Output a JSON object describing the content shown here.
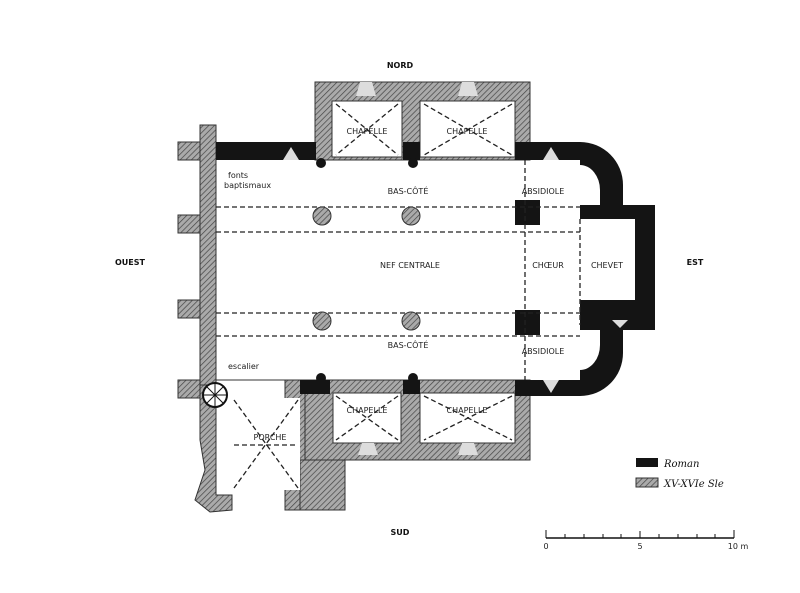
{
  "orientation": {
    "north": "NORD",
    "south": "SUD",
    "east": "EST",
    "west": "OUEST"
  },
  "rooms": {
    "chapel_nw": "CHAPELLE",
    "chapel_ne": "CHAPELLE",
    "chapel_sw": "CHAPELLE",
    "chapel_se": "CHAPELLE",
    "aisle_north": "BAS-CÔTÉ",
    "aisle_south": "BAS-CÔTÉ",
    "nave": "NEF CENTRALE",
    "choir": "CHŒUR",
    "chevet": "CHEVET",
    "apse_north": "ABSIDIOLE",
    "apse_south": "ABSIDIOLE",
    "font_line1": "fonts",
    "font_line2": "baptismaux",
    "stair": "escalier",
    "porch": "PORCHE"
  },
  "legend": {
    "romanesque": "Roman",
    "later": "XV-XVIe Sle"
  },
  "scale": {
    "start": "0",
    "mid": "5",
    "end": "10 m"
  }
}
